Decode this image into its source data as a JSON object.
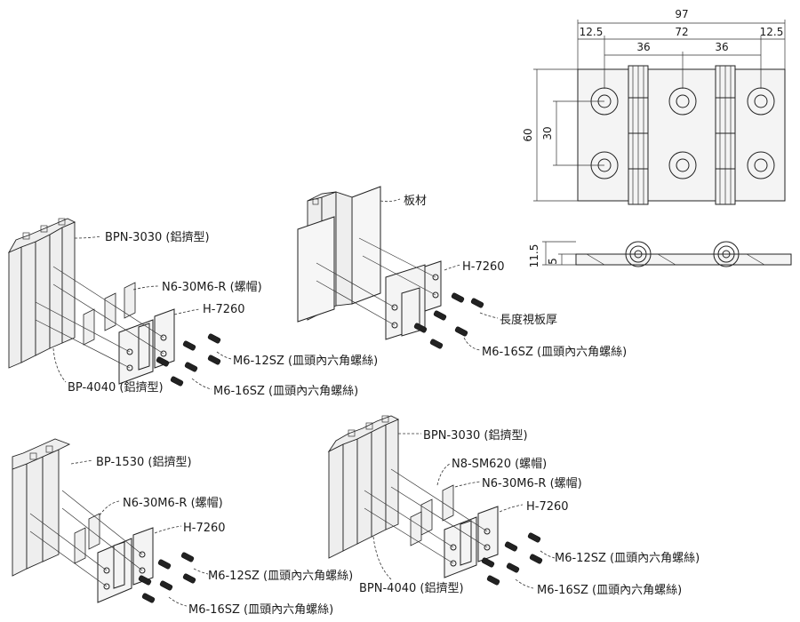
{
  "top_view": {
    "dim_overall": "97",
    "dim_edge_left": "12.5",
    "dim_center": "72",
    "dim_edge_right": "12.5",
    "dim_pitch_left": "36",
    "dim_pitch_right": "36",
    "dim_height": "60",
    "dim_hole_pitch": "30"
  },
  "side_view": {
    "dim_total_thickness": "11.5",
    "dim_plate_thickness": "5"
  },
  "diagram_board": {
    "board_label": "板材",
    "hinge_label": "H-7260",
    "thickness_note": "長度視板厚",
    "screw_label": "M6-16SZ (皿頭內六角螺絲)"
  },
  "diagram_3030": {
    "profile_label": "BPN-3030 (鋁擠型)",
    "nut_label": "N6-30M6-R (螺帽)",
    "hinge_label": "H-7260",
    "screw12_label": "M6-12SZ (皿頭內六角螺絲)",
    "screw16_label": "M6-16SZ (皿頭內六角螺絲)",
    "profile2_label": "BP-4040 (鋁擠型)"
  },
  "diagram_1530": {
    "profile_label": "BP-1530 (鋁擠型)",
    "nut_label": "N6-30M6-R (螺帽)",
    "hinge_label": "H-7260",
    "screw12_label": "M6-12SZ (皿頭內六角螺絲)",
    "screw16_label": "M6-16SZ (皿頭內六角螺絲)"
  },
  "diagram_4040": {
    "profile_label": "BPN-3030 (鋁擠型)",
    "nut_sm_label": "N8-SM620 (螺帽)",
    "nut_label": "N6-30M6-R (螺帽)",
    "hinge_label": "H-7260",
    "screw12_label": "M6-12SZ (皿頭內六角螺絲)",
    "screw16_label": "M6-16SZ (皿頭內六角螺絲)",
    "profile2_label": "BPN-4040 (鋁擠型)"
  }
}
